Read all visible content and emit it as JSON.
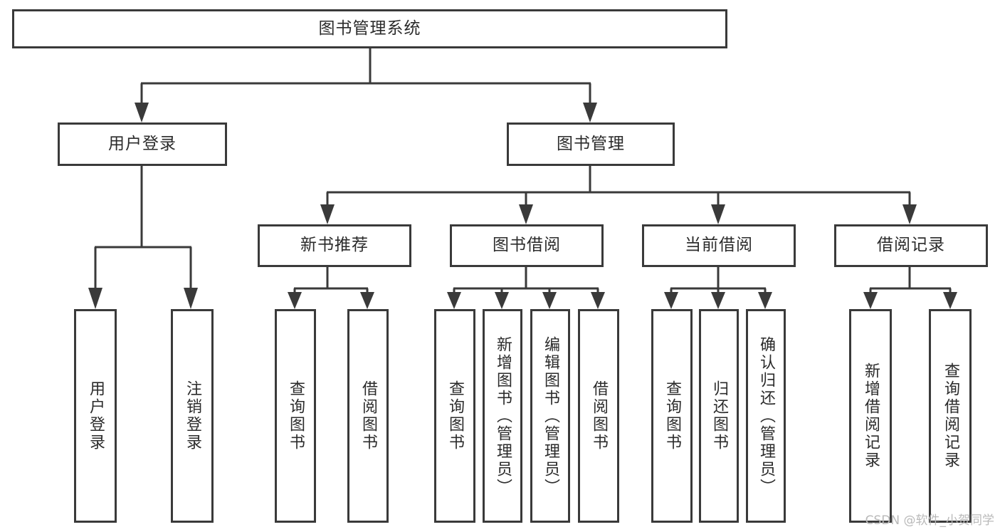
{
  "diagram": {
    "title": "图书管理系统",
    "type": "tree-hierarchy",
    "watermark": "CSDN @软件_小贺同学",
    "colors": {
      "stroke": "#3a3a3a",
      "fill": "#ffffff",
      "text": "#2b2b2b",
      "watermark": "#b9b9b9"
    },
    "nodes": {
      "root": {
        "label": "图书管理系统",
        "level": 1,
        "orientation": "horizontal"
      },
      "user_login": {
        "label": "用户登录",
        "level": 2,
        "orientation": "horizontal"
      },
      "book_manage": {
        "label": "图书管理",
        "level": 2,
        "orientation": "horizontal"
      },
      "new_book_rec": {
        "label": "新书推荐",
        "level": 3,
        "orientation": "horizontal"
      },
      "book_borrow": {
        "label": "图书借阅",
        "level": 3,
        "orientation": "horizontal"
      },
      "current_borrow": {
        "label": "当前借阅",
        "level": 3,
        "orientation": "horizontal"
      },
      "borrow_record": {
        "label": "借阅记录",
        "level": 3,
        "orientation": "horizontal"
      },
      "leaf_user_login": {
        "label": "用户登录",
        "level": 4,
        "orientation": "vertical"
      },
      "leaf_logout": {
        "label": "注销登录",
        "level": 4,
        "orientation": "vertical"
      },
      "leaf_query_book_1": {
        "label": "查询图书",
        "level": 4,
        "orientation": "vertical"
      },
      "leaf_borrow_book_1": {
        "label": "借阅图书",
        "level": 4,
        "orientation": "vertical"
      },
      "leaf_query_book_2": {
        "label": "查询图书",
        "level": 4,
        "orientation": "vertical"
      },
      "leaf_add_book": {
        "label": "新增图书（管理员）",
        "level": 4,
        "orientation": "vertical"
      },
      "leaf_edit_book": {
        "label": "编辑图书（管理员）",
        "level": 4,
        "orientation": "vertical"
      },
      "leaf_borrow_book_2": {
        "label": "借阅图书",
        "level": 4,
        "orientation": "vertical"
      },
      "leaf_query_book_3": {
        "label": "查询图书",
        "level": 4,
        "orientation": "vertical"
      },
      "leaf_return_book": {
        "label": "归还图书",
        "level": 4,
        "orientation": "vertical"
      },
      "leaf_confirm_return": {
        "label": "确认归还（管理员）",
        "level": 4,
        "orientation": "vertical"
      },
      "leaf_add_record": {
        "label": "新增借阅记录",
        "level": 4,
        "orientation": "vertical"
      },
      "leaf_query_record": {
        "label": "查询借阅记录",
        "level": 4,
        "orientation": "vertical"
      }
    },
    "edges": [
      {
        "from": "root",
        "to": "user_login"
      },
      {
        "from": "root",
        "to": "book_manage"
      },
      {
        "from": "user_login",
        "to": "leaf_user_login"
      },
      {
        "from": "user_login",
        "to": "leaf_logout"
      },
      {
        "from": "book_manage",
        "to": "new_book_rec"
      },
      {
        "from": "book_manage",
        "to": "book_borrow"
      },
      {
        "from": "book_manage",
        "to": "current_borrow"
      },
      {
        "from": "book_manage",
        "to": "borrow_record"
      },
      {
        "from": "new_book_rec",
        "to": "leaf_query_book_1"
      },
      {
        "from": "new_book_rec",
        "to": "leaf_borrow_book_1"
      },
      {
        "from": "book_borrow",
        "to": "leaf_query_book_2"
      },
      {
        "from": "book_borrow",
        "to": "leaf_add_book"
      },
      {
        "from": "book_borrow",
        "to": "leaf_edit_book"
      },
      {
        "from": "book_borrow",
        "to": "leaf_borrow_book_2"
      },
      {
        "from": "current_borrow",
        "to": "leaf_query_book_3"
      },
      {
        "from": "current_borrow",
        "to": "leaf_return_book"
      },
      {
        "from": "current_borrow",
        "to": "leaf_confirm_return"
      },
      {
        "from": "borrow_record",
        "to": "leaf_add_record"
      },
      {
        "from": "borrow_record",
        "to": "leaf_query_record"
      }
    ]
  }
}
